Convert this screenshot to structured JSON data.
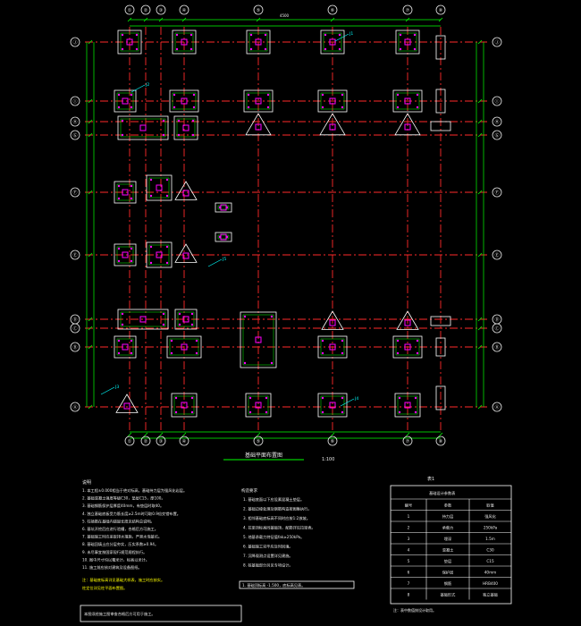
{
  "plan": {
    "title": "基础平面布置图",
    "scale": "1:100",
    "col_axes": [
      "①",
      "②",
      "③",
      "④",
      "⑤",
      "⑥",
      "⑦",
      "⑧"
    ],
    "row_axes": [
      "Ⓐ",
      "Ⓑ",
      "Ⓒ",
      "Ⓓ",
      "Ⓔ",
      "Ⓕ",
      "Ⓖ",
      "Ⓗ",
      "Ⓘ",
      "Ⓙ",
      "Ⓚ"
    ],
    "dim_overall": "4500",
    "footing_tags": [
      "J1",
      "J2",
      "J3",
      "J4",
      "J5"
    ]
  },
  "colors": {
    "background": "#000000",
    "axis": "#ff2a2a",
    "dimension": "#00ff00",
    "footing": "#ffffff",
    "column": "#ff00ff",
    "leader": "#00ffff",
    "note_highlight": "#ffff00",
    "note_text": "#e8e8e8"
  },
  "notes": {
    "header": "说明",
    "left": [
      "1. 本工程±0.000相当于绝对标高，基础持力层为强风化岩层。",
      "2. 基础混凝土强度等级C30，垫层C15，厚100。",
      "3. 基础钢筋保护层厚度40mm，有垫层时取40。",
      "4. 独立基础底板受力筋长度≥2.5m时可取0.9倍交错布置。",
      "5. 柱插筋在基础内锚固长度见结构总说明。",
      "6. 基坑开挖后应进行验槽，合格后方可施工。",
      "7. 基础施工时应采取排水措施，严禁水泡基坑。",
      "8. 基础回填土应分层夯实，压实系数≥0.94。",
      "9. 未尽事宜按国家现行规范规程执行。",
      "10. 图中尺寸均以毫米计，标高以米计。",
      "11. 施工前应核对建筑及设备图纸。"
    ],
    "left_highlight": [
      "注：基础底标高详见基础大样表，施工时应核实。",
      "柱定位详见柱平面布置图。"
    ],
    "boxed": "本图须经施工图审查合格后方可用于施工。",
    "right_header": "构造要求",
    "right": [
      "1. 基础底面以下应设素混凝土垫层。",
      "2. 基础边缘处理及钢筋构造按图集执行。",
      "3. 相邻基础底标高不同时应按1:2放坡。",
      "4. 拉梁顶标高同基础顶，配筋详见拉梁表。",
      "5. 地基承载力特征值fak≥250kPa。",
      "6. 基础施工完毕应及时回填。",
      "7. 沉降观测点设置详见建施。",
      "8. 桩基础部分另见专项设计。"
    ],
    "right_boxed": "1. 基础顶标高 -1.500，底标高见表。"
  },
  "table": {
    "title": "表1",
    "subtitle": "基础设计参数表",
    "headers": [
      "编号",
      "参数",
      "取值"
    ],
    "rows": [
      [
        "1",
        "持力层",
        "强风化"
      ],
      [
        "2",
        "承载力",
        "250kPa"
      ],
      [
        "3",
        "埋深",
        "1.5m"
      ],
      [
        "4",
        "混凝土",
        "C30"
      ],
      [
        "5",
        "垫层",
        "C15"
      ],
      [
        "6",
        "保护层",
        "40mm"
      ],
      [
        "7",
        "钢筋",
        "HRB400"
      ],
      [
        "8",
        "基础形式",
        "独立基础"
      ]
    ],
    "footer": "注：表中数值按设计取用。"
  }
}
